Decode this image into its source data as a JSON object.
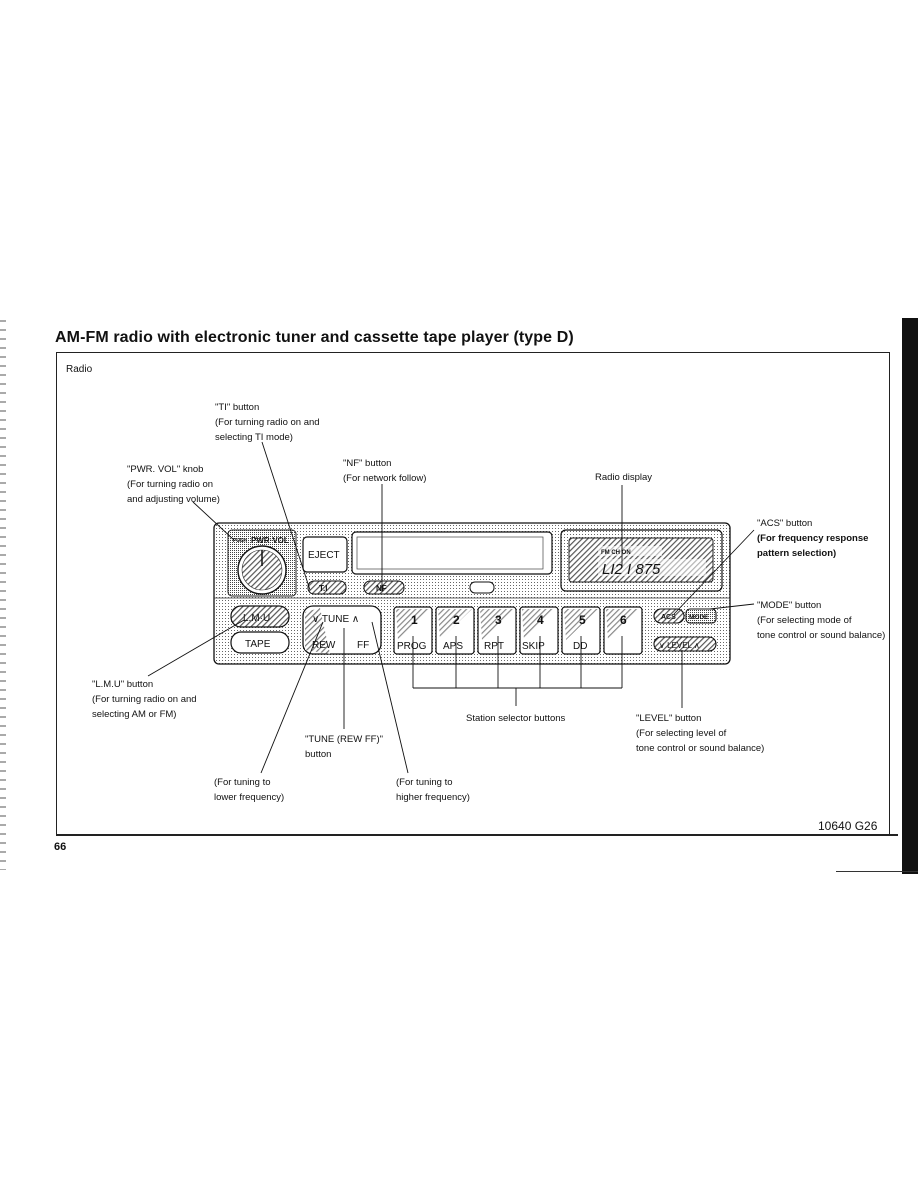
{
  "page": {
    "title": "AM-FM radio with electronic tuner and cassette tape player (type D)",
    "section": "Radio",
    "figure_code": "10640 G26",
    "page_number": "66"
  },
  "callouts": {
    "ti": {
      "name": "\"TI\" button",
      "desc1": "(For turning radio on and",
      "desc2": "selecting TI mode)"
    },
    "pwr": {
      "name": "\"PWR. VOL\" knob",
      "desc1": "(For turning radio on",
      "desc2": "and adjusting volume)"
    },
    "nf": {
      "name": "\"NF\" button",
      "desc1": "(For network follow)"
    },
    "display": {
      "name": "Radio display"
    },
    "acs": {
      "name": "\"ACS\" button",
      "desc1": "(For frequency response",
      "desc2": "pattern selection)"
    },
    "mode": {
      "name": "\"MODE\" button",
      "desc1": "(For selecting mode of",
      "desc2": "tone control or sound balance)"
    },
    "lmu": {
      "name": "\"L.M.U\" button",
      "desc1": "(For turning radio on and",
      "desc2": "selecting AM or FM)"
    },
    "tune": {
      "name1": "\"TUNE (REW FF)\"",
      "name2": "button"
    },
    "station": {
      "name": "Station selector buttons"
    },
    "level": {
      "name": "\"LEVEL\" button",
      "desc1": "(For selecting level of",
      "desc2": "tone control or sound balance)"
    },
    "lower": {
      "desc1": "(For tuning to",
      "desc2": "lower frequency)"
    },
    "higher": {
      "desc1": "(For tuning to",
      "desc2": "higher frequency)"
    }
  },
  "radio": {
    "knob_push": "PUSH",
    "knob_label": "PWR·VOL",
    "eject": "EJECT",
    "ti": "T.I",
    "nf": "NF",
    "lmu": "L.M·U",
    "tape": "TAPE",
    "tune": "∨ TUNE ∧",
    "rew": "REW",
    "ff": "FF",
    "presets": [
      {
        "num": "1",
        "sub": "PROG"
      },
      {
        "num": "2",
        "sub": "APS"
      },
      {
        "num": "3",
        "sub": "RPT"
      },
      {
        "num": "4",
        "sub": "SKIP"
      },
      {
        "num": "5",
        "sub": "DD"
      },
      {
        "num": "6",
        "sub": ""
      }
    ],
    "acs": "ACS",
    "mode": "MODE",
    "level": "∨ LEVEL ∧",
    "display_top": "FM  CH  ON",
    "display_freq": "LI2 I 875"
  }
}
